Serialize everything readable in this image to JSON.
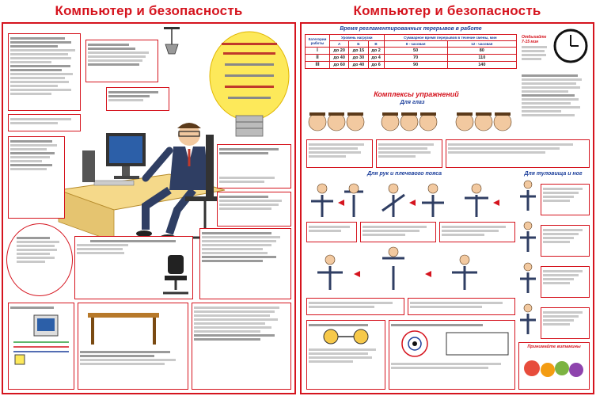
{
  "left": {
    "title": "Компьютер и безопасность"
  },
  "right": {
    "title": "Компьютер и безопасность",
    "regs_title": "Время регламентированных перерывов в работе",
    "regs_table": {
      "col_category": "Категории работы",
      "col_load": "Уровень нагрузки",
      "col_breaks": "Суммарное время перерывов в течение смены, мин",
      "sub_cols": [
        "А",
        "Б",
        "В",
        "8 - часовая",
        "12 - часовая"
      ],
      "rows": [
        {
          "level": "I",
          "a": "до 20",
          "b": "до 15",
          "c": "до 2",
          "h8": "50",
          "h12": "80"
        },
        {
          "level": "II",
          "a": "до 40",
          "b": "до 30",
          "c": "до 4",
          "h8": "70",
          "h12": "110"
        },
        {
          "level": "III",
          "a": "до 60",
          "b": "до 40",
          "c": "до 6",
          "h8": "90",
          "h12": "140"
        }
      ]
    },
    "exercises_title": "Комплексы упражнений",
    "eyes_title": "Для глаз",
    "arms_title": "Для рук и плечевого пояса",
    "torso_title": "Для туловища и ног",
    "vitamins_title": "Принимайте витамины",
    "clock_note": "Отдыхайте 7-15 мин"
  },
  "colors": {
    "red": "#d5141e",
    "blue": "#1a3d9a",
    "yellow": "#fff7b0"
  }
}
